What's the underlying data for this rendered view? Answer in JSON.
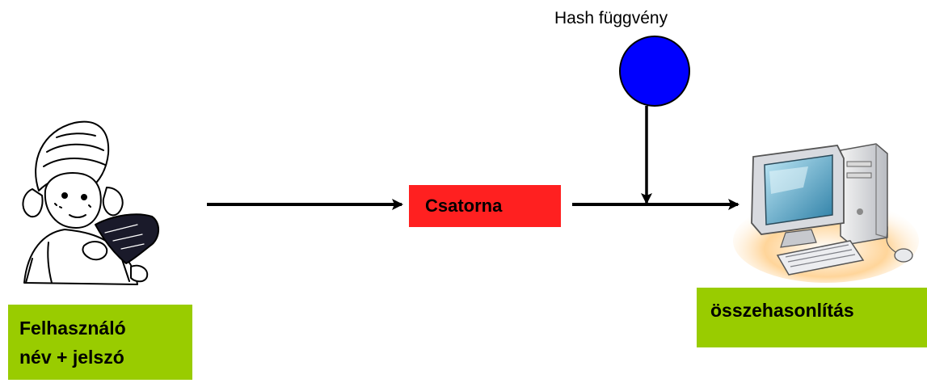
{
  "diagram": {
    "hash_function_label": "Hash függvény",
    "channel_label": "Csatorna",
    "user_label_line1": "Felhasználó",
    "user_label_line2": "név + jelszó",
    "compare_label": "összehasonlítás"
  },
  "colors": {
    "channel_box": "#ff2020",
    "label_box_green": "#99cc00",
    "hash_circle": "#0000ff",
    "arrow": "#000000"
  },
  "icons": {
    "user": "cartoon-person-icon",
    "computer": "desktop-computer-icon"
  }
}
